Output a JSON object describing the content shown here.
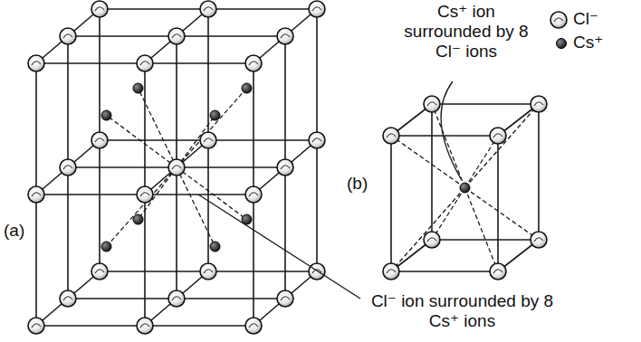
{
  "diagram": {
    "labels": [
      "Cs⁺ ion surrounded by 8 Cl⁻ ions",
      "Cl⁻ ion surrounded by 8 Cs⁺ ions",
      "(a)",
      "(b)"
    ],
    "legend": [
      {
        "text": "Cl⁻"
      },
      {
        "text": "Cs⁺"
      }
    ]
  }
}
